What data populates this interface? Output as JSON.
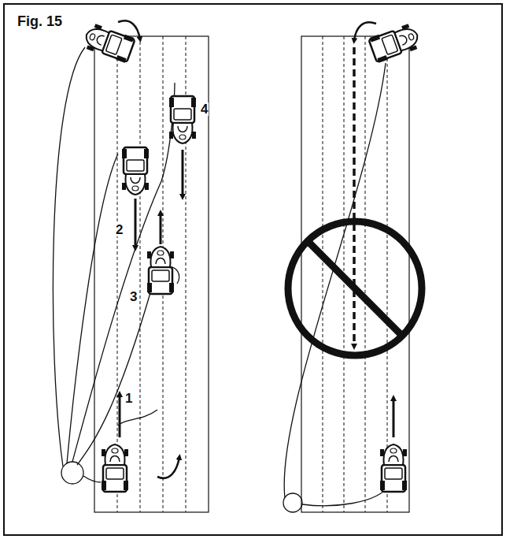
{
  "diagram": {
    "title": "Fig. 15",
    "labels": [
      "1",
      "2",
      "3",
      "4"
    ]
  }
}
